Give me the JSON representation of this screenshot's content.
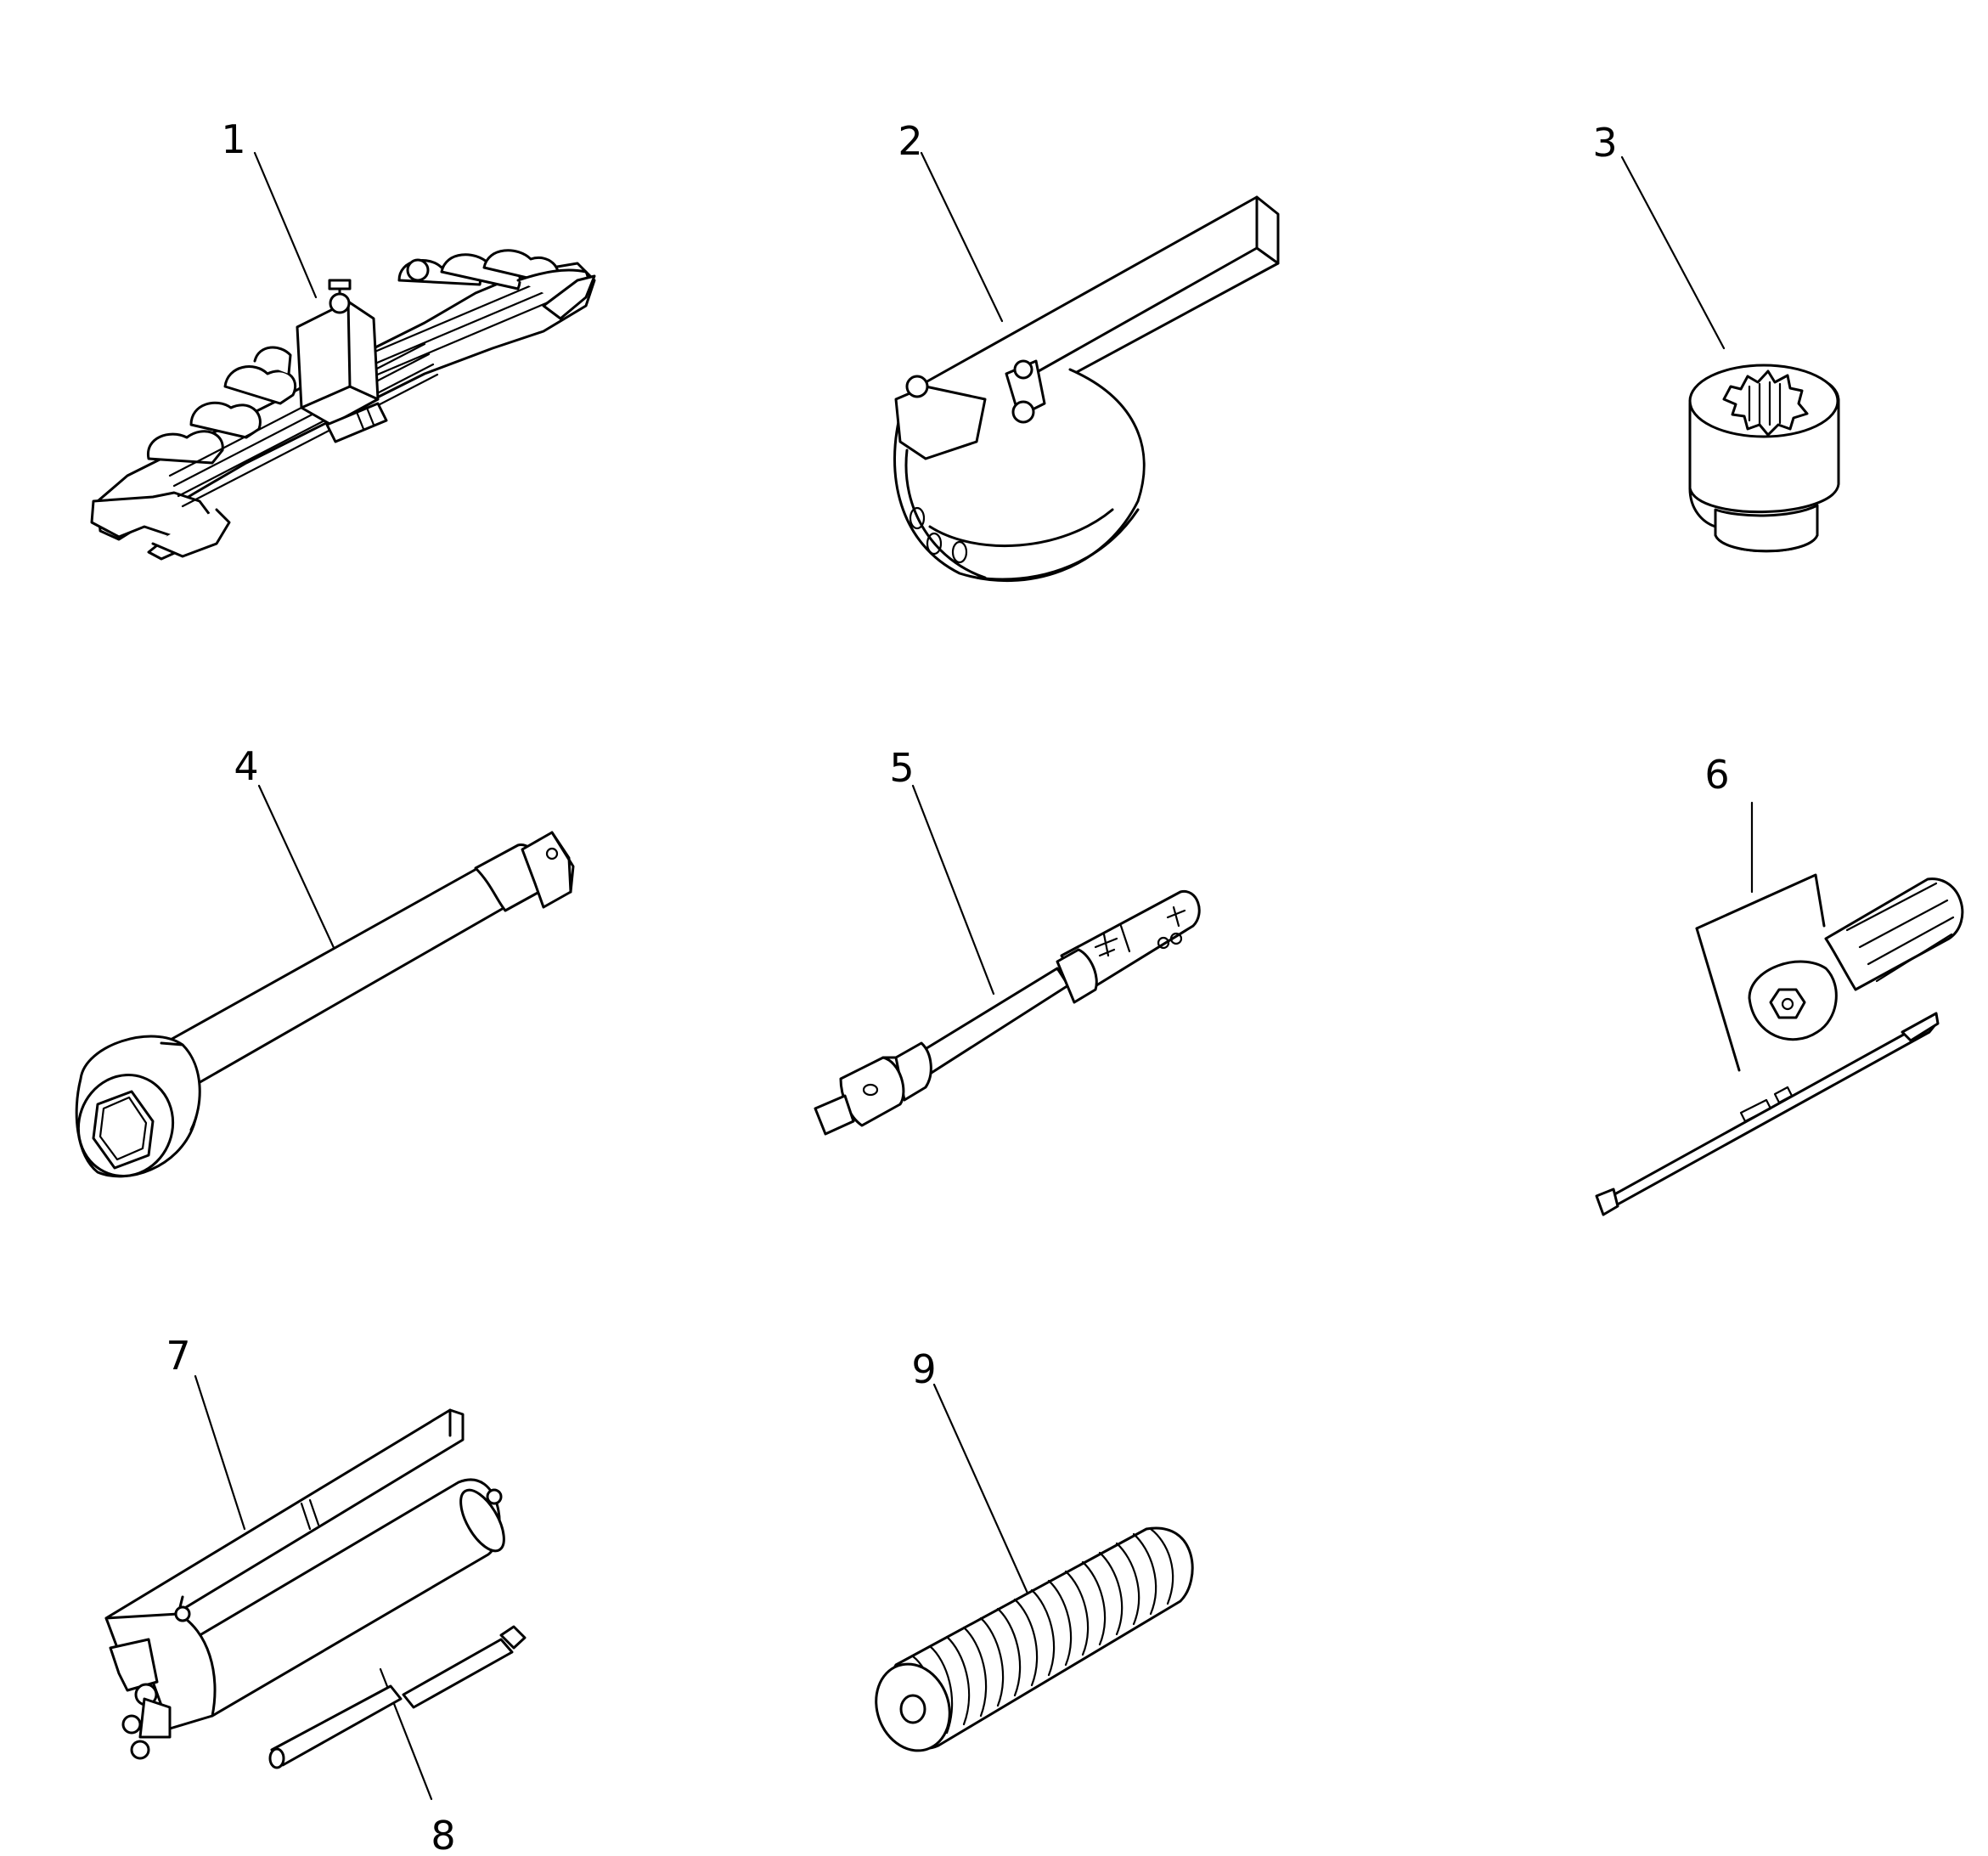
{
  "callouts": [
    {
      "number": "1",
      "part": "wrench-set"
    },
    {
      "number": "2",
      "part": "filter-wrench"
    },
    {
      "number": "3",
      "part": "socket"
    },
    {
      "number": "4",
      "part": "extension-bar"
    },
    {
      "number": "5",
      "part": "socket-handle"
    },
    {
      "number": "6",
      "part": "screwdriver"
    },
    {
      "number": "7",
      "part": "grease-gun"
    },
    {
      "number": "8",
      "part": "grease-gun-nozzle"
    },
    {
      "number": "9",
      "part": "grease-cartridge"
    }
  ],
  "colors": {
    "line": "#000000",
    "background": "#ffffff"
  }
}
